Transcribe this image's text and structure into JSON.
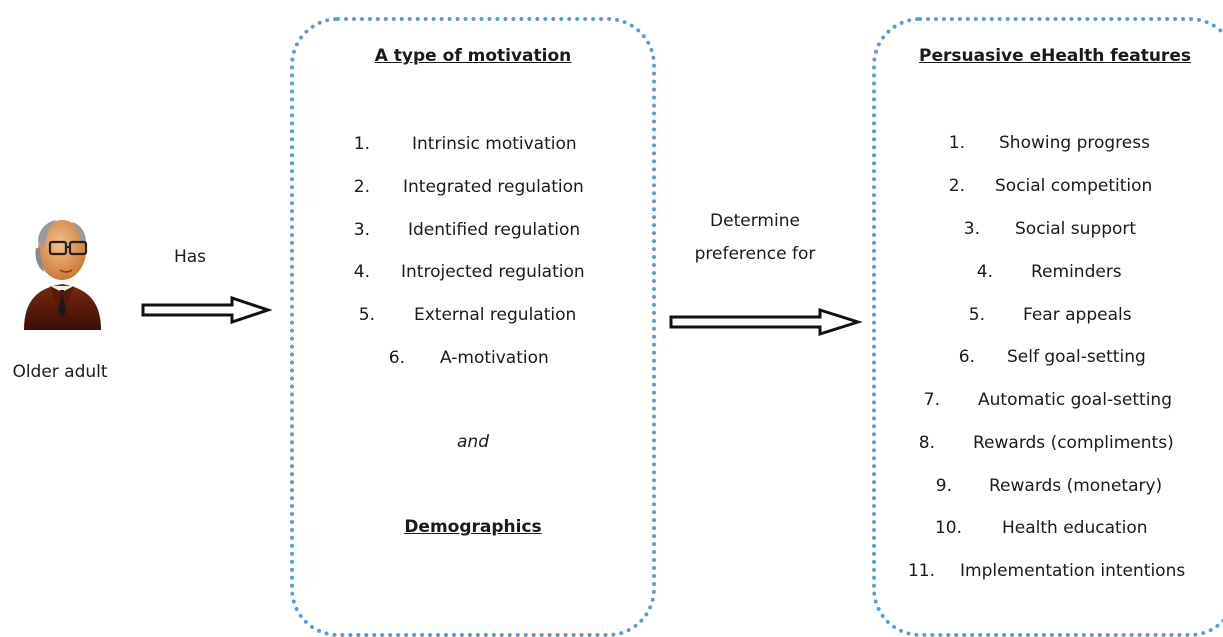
{
  "actor": {
    "label": "Older adult",
    "icon": "older-adult-icon"
  },
  "arrow1": {
    "label": "Has"
  },
  "arrow2": {
    "label_line1": "Determine",
    "label_line2": "preference for"
  },
  "motivation_box": {
    "title": "A type of motivation",
    "items": [
      {
        "num": "1.",
        "text": "Intrinsic motivation"
      },
      {
        "num": "2.",
        "text": "Integrated regulation"
      },
      {
        "num": "3.",
        "text": "Identified regulation"
      },
      {
        "num": "4.",
        "text": "Introjected regulation"
      },
      {
        "num": "5.",
        "text": "External regulation"
      },
      {
        "num": "6.",
        "text": "A-motivation"
      }
    ],
    "conjunction": "and",
    "second_title": "Demographics"
  },
  "features_box": {
    "title": "Persuasive eHealth features",
    "items": [
      {
        "num": "1.",
        "text": "Showing progress"
      },
      {
        "num": "2.",
        "text": "Social competition"
      },
      {
        "num": "3.",
        "text": "Social support"
      },
      {
        "num": "4.",
        "text": "Reminders"
      },
      {
        "num": "5.",
        "text": "Fear appeals"
      },
      {
        "num": "6.",
        "text": "Self goal-setting"
      },
      {
        "num": "7.",
        "text": "Automatic goal-setting"
      },
      {
        "num": "8.",
        "text": "Rewards (compliments)"
      },
      {
        "num": "9.",
        "text": "Rewards (monetary)"
      },
      {
        "num": "10.",
        "text": "Health education"
      },
      {
        "num": "11.",
        "text": "Implementation intentions"
      }
    ]
  },
  "colors": {
    "box_border": "#5b9bd5",
    "text": "#1a1a1a"
  }
}
